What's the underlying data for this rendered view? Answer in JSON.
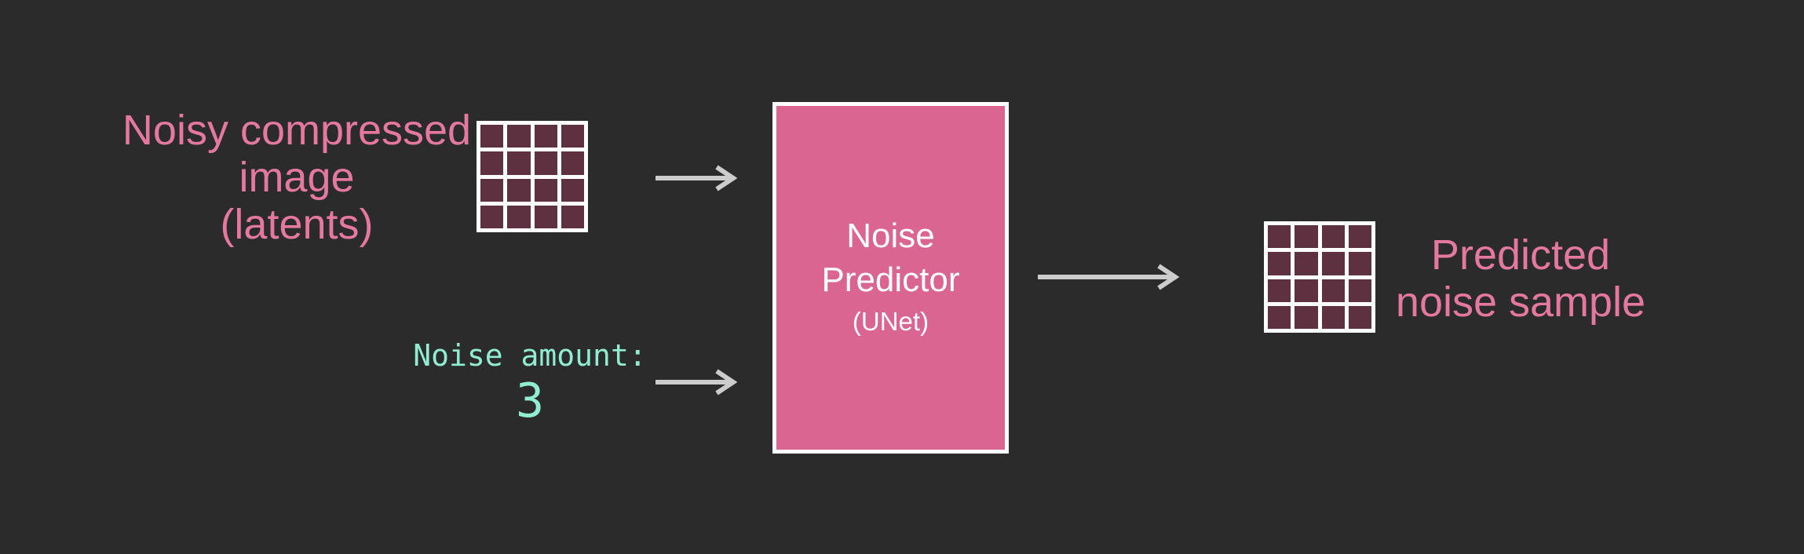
{
  "colors": {
    "background": "#2b2b2b",
    "pink_box": "#d96590",
    "pink_text": "#e5789e",
    "mint_text": "#90edd1",
    "latent_cell": "#5e3141",
    "grid_line": "#ffffff",
    "arrow": "#cccccc",
    "box_text": "#ffffff"
  },
  "diagram": {
    "input_label": {
      "line1": "Noisy compressed",
      "line2": "image",
      "line3": "(latents)"
    },
    "input_grid": {
      "rows": 4,
      "cols": 4
    },
    "noise_amount": {
      "label": "Noise amount:",
      "value": "3"
    },
    "predictor_box": {
      "line1": "Noise",
      "line2": "Predictor",
      "subtitle": "(UNet)"
    },
    "output_grid": {
      "rows": 4,
      "cols": 4
    },
    "output_label": {
      "line1": "Predicted",
      "line2": "noise sample"
    }
  }
}
